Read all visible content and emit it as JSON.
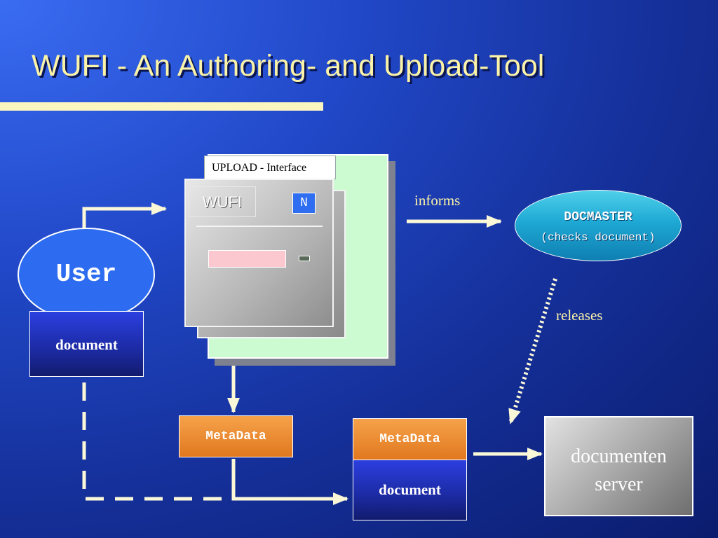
{
  "title": "WUFI - An Authoring- and Upload-Tool",
  "upload": {
    "label": "UPLOAD - Interface",
    "wufi_label": "WUFI",
    "n_button": "N"
  },
  "user": {
    "label": "User",
    "document": "document"
  },
  "docmaster": {
    "name": "DOCMASTER",
    "subtitle": "(checks document)"
  },
  "edges": {
    "informs": "informs",
    "releases": "releases"
  },
  "metadata_left": "MetaData",
  "bundle": {
    "metadata": "MetaData",
    "document": "document"
  },
  "server": {
    "line1": "documenten",
    "line2": "server"
  },
  "colors": {
    "title": "#fbf3a8",
    "edge_label": "#fbf3a8",
    "arrow": "#fbf8d8",
    "upload_panel": "#ccfbd1",
    "metadata": "#e0781f",
    "document": "#1c2aa2",
    "user": "#2d6cf0",
    "docmaster": "#1ea8d4"
  }
}
